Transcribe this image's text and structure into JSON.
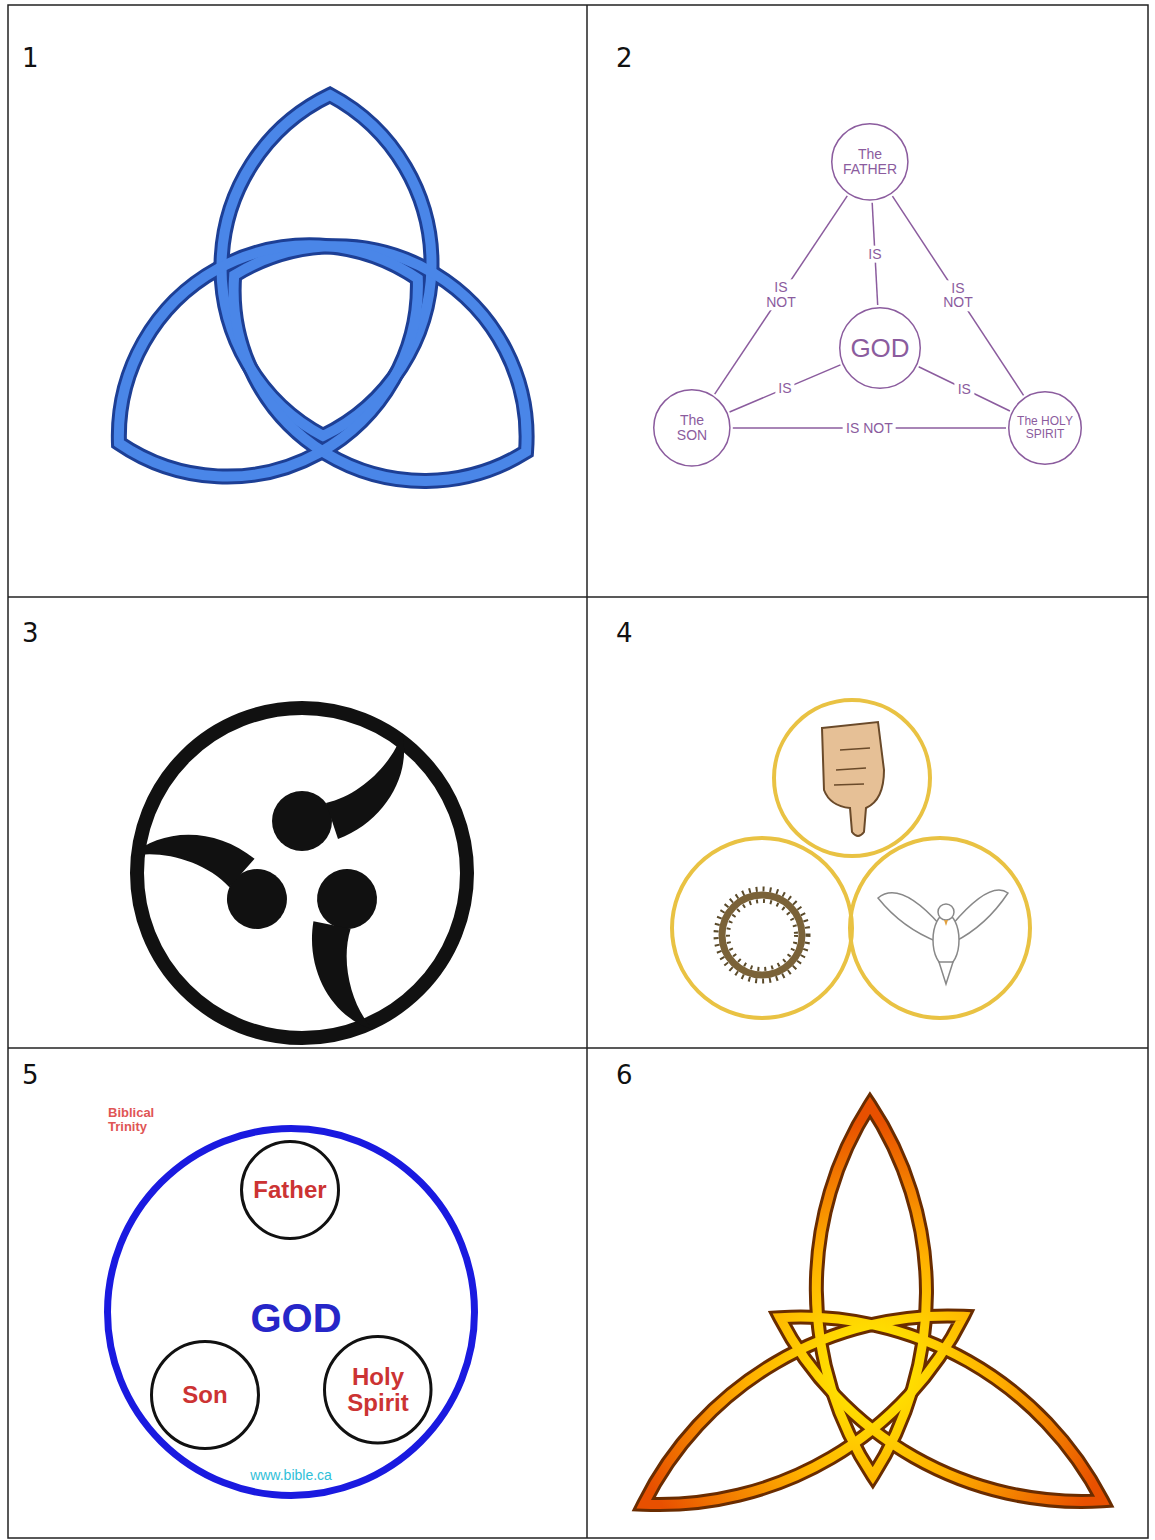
{
  "diagram": {
    "nodes": [
      {
        "text": [
          "The FATHER"
        ]
      },
      {
        "text": [
          "GOD"
        ]
      },
      {
        "text": [
          "The SON"
        ]
      },
      {
        "text": [
          "The HOLY SPIRIT"
        ]
      },
      {
        "text": [
          "GOD"
        ]
      },
      {
        "text": [
          "Father"
        ],
        "in": 4
      },
      {
        "text": [
          "Son"
        ],
        "in": 4
      },
      {
        "text": [
          "Holy Spirit"
        ],
        "in": 4
      }
    ],
    "edges": [
      {
        "from": 0,
        "to": 1,
        "label": "IS",
        "arrow": "none"
      },
      {
        "from": 0,
        "to": 2,
        "label": "IS NOT",
        "arrow": "none"
      },
      {
        "from": 0,
        "to": 3,
        "label": "IS NOT",
        "arrow": "none"
      },
      {
        "from": 1,
        "to": 2,
        "label": "IS",
        "arrow": "none"
      },
      {
        "from": 1,
        "to": 3,
        "label": "IS",
        "arrow": "none"
      },
      {
        "from": 2,
        "to": 3,
        "label": "IS NOT",
        "arrow": "none"
      }
    ],
    "labels": [
      "1",
      "2",
      "3",
      "4",
      "5",
      "6",
      "Biblical Trinity",
      "www.bible.ca"
    ]
  }
}
